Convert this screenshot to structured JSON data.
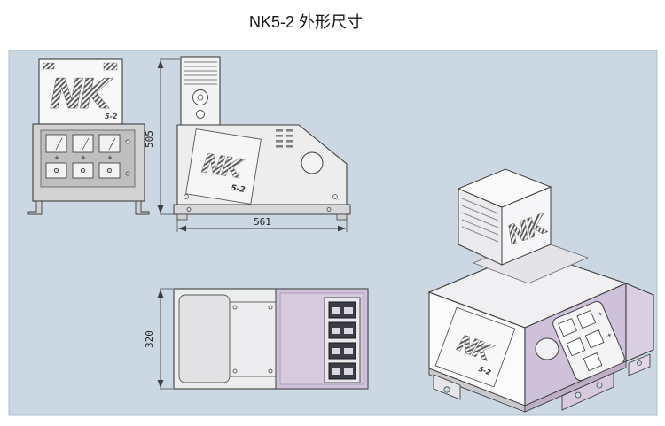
{
  "title": "NK5-2 外形尺寸",
  "logo": {
    "brand": "NK",
    "model": "5-2"
  },
  "dimensions": {
    "height": "505",
    "width": "561",
    "depth": "320"
  },
  "colors": {
    "panel_bg": "#cbd8e3",
    "machine_body": "#f2f2f3",
    "accent_purple": "#cfc1d9",
    "accent_purple_light": "#dacfe2",
    "outline": "#3f3f3f"
  }
}
